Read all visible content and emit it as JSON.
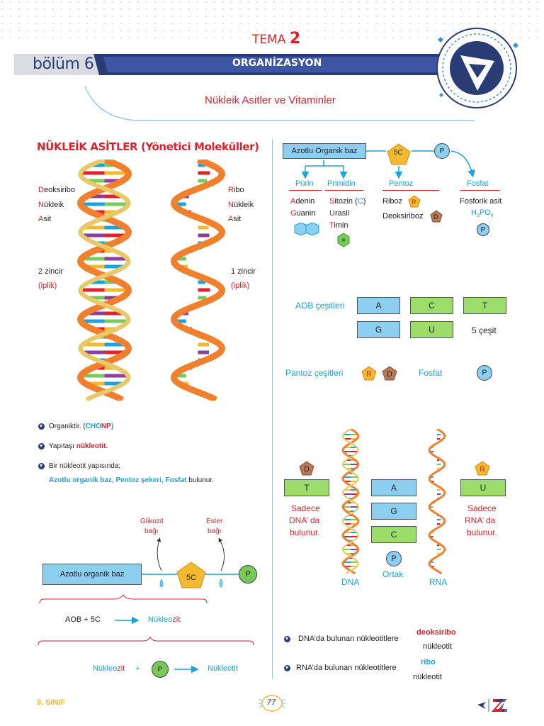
{
  "header": {
    "tema_word": "TEMA",
    "tema_number": "2",
    "bolum": "bölüm 6",
    "unit": "ORGANİZASYON",
    "topic": "Nükleik Asitler ve Vitaminler"
  },
  "left": {
    "section_title": "NÜKLEİK ASİTLER (Yönetici Moleküller)",
    "dna_label": {
      "l1_first": "D",
      "l1_rest": "eoksiribo",
      "l2_first": "N",
      "l2_rest": "ükleik",
      "l3_first": "A",
      "l3_rest": "sit"
    },
    "rna_label": {
      "l1_first": "R",
      "l1_rest": "ibo",
      "l2_first": "N",
      "l2_rest": "ükleik",
      "l3_first": "A",
      "l3_rest": "sit"
    },
    "dna_strands": "2 zincir",
    "rna_strands": "1 zincir",
    "iplik": "(iplik)",
    "bullets": {
      "b1_text": "Organiktir. (",
      "b1_cho": "CHO",
      "b1_np": "NP",
      "b1_end": ")",
      "b2_text": "Yapıtaşı ",
      "b2_red": "nükleotit.",
      "b3_text": "Bir nükleotit yapısında;",
      "b3_blue": "Azotlu organik baz, Pentoz şekeri, Fosfat",
      "b3_end": "bulunur."
    },
    "diagram": {
      "glikozit_1": "Glikozit",
      "glikozit_2": "bağı",
      "ester_1": "Ester",
      "ester_2": "bağı",
      "baz_box": "Azotlu organik baz",
      "sugar": "5C",
      "phosphate": "P",
      "eq1_a": "AOB  +  5C",
      "eq1_b_blue": "Nükleo",
      "eq1_b_red": "zit",
      "eq2_a_blue": "Nükleo",
      "eq2_a_red": "zit",
      "eq2_plus": "+",
      "eq2_p": "P",
      "eq2_result": "Nükleotit"
    }
  },
  "right": {
    "top": {
      "baz_box": "Azotlu Organik baz",
      "sugar": "5C",
      "phosphate": "P",
      "purin": "Pürin",
      "primidin": "Primidin",
      "pentoz": "Pentoz",
      "fosfat": "Fosfat",
      "adenin_first": "A",
      "adenin_rest": "denin",
      "guanin_first": "G",
      "guanin_rest": "uanin",
      "sitozin_first": "S",
      "sitozin_rest": "itozin (",
      "sitozin_c": "C",
      "sitozin_end": ")",
      "urasil_first": "U",
      "urasil_rest": "rasil",
      "timin_first": "T",
      "timin_rest": "imin",
      "riboz": "Riboz",
      "riboz_badge": "R",
      "deoksiriboz": "Deoksiriboz",
      "deoksiriboz_badge": "D",
      "fosforik": "Fosforik asit",
      "h3po4": "H",
      "h3po4_sub1": "3",
      "h3po4_mid": "PO",
      "h3po4_sub2": "4",
      "p_small": "P"
    },
    "aob": {
      "title": "AOB çeşitleri",
      "a": "A",
      "c": "C",
      "t": "T",
      "g": "G",
      "u": "U",
      "count": "5 çeşit"
    },
    "pentoz_row": {
      "title": "Pantoz çeşitleri",
      "r": "R",
      "d": "D",
      "fosfat": "Fosfat",
      "p": "P"
    },
    "compare": {
      "d_badge": "D",
      "t_box": "T",
      "dna_only_1": "Sadece",
      "dna_only_2": "DNA’ da",
      "dna_only_3": "bulunur.",
      "a": "A",
      "g": "G",
      "c": "C",
      "p": "P",
      "ortak": "Ortak",
      "dna": "DNA",
      "rna": "RNA",
      "r_badge": "R",
      "u_box": "U",
      "rna_only_1": "Sadece",
      "rna_only_2": "RNA’ da",
      "rna_only_3": "bulunur."
    },
    "notes": {
      "n1_text": "DNA’da bulunan nükleotitlere",
      "n1_red": "deoksiribo",
      "n1_end": "nükleotit",
      "n2_text": "RNA’da bulunan nükleotitlere",
      "n2_blue": "ribo",
      "n2_end": "nükleotit"
    }
  },
  "footer": {
    "grade": "9. SINIF",
    "page": "77"
  },
  "colors": {
    "red": "#e2202c",
    "blue": "#1aa3dc",
    "navy": "#2a3c75",
    "orange": "#f07f2e",
    "green_box": "#9bdc6a",
    "blue_box": "#8ccff0",
    "yellow_gold": "#f5b92e"
  }
}
